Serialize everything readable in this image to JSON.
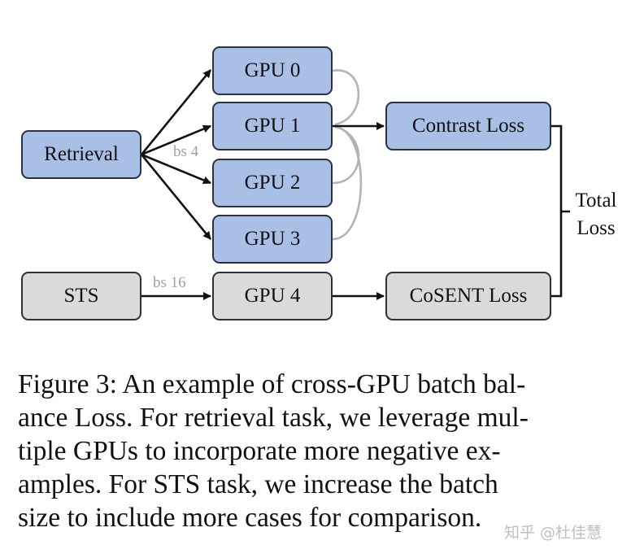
{
  "diagram": {
    "nodes": {
      "retrieval": "Retrieval",
      "sts": "STS",
      "gpu0": "GPU 0",
      "gpu1": "GPU 1",
      "gpu2": "GPU 2",
      "gpu3": "GPU 3",
      "gpu4": "GPU 4",
      "contrast_loss": "Contrast Loss",
      "cosent_loss": "CoSENT Loss"
    },
    "edge_labels": {
      "retrieval_bs": "bs 4",
      "sts_bs": "bs 16"
    },
    "total_loss": [
      "Total",
      "Loss"
    ],
    "colors": {
      "retrieval_box": "#a9bfe6",
      "sts_box": "#dadada",
      "border": "#2c3142",
      "gather_curves": "#b3b3b3"
    }
  },
  "caption": {
    "lines": [
      "Figure 3: An example of cross-GPU batch bal-",
      "ance Loss. For retrieval task, we leverage mul-",
      "tiple GPUs to incorporate more negative ex-",
      "amples. For STS task, we increase the batch",
      "size to include more cases for comparison."
    ]
  },
  "watermark": "知乎 @杜佳慧"
}
